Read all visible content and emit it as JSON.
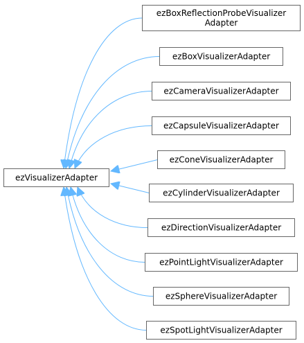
{
  "diagram": {
    "base_class": "ezVisualizerAdapter",
    "derived_classes": [
      {
        "lines": [
          "ezBoxReflectionProbeVisualizer",
          "Adapter"
        ]
      },
      {
        "lines": [
          "ezBoxVisualizerAdapter"
        ]
      },
      {
        "lines": [
          "ezCameraVisualizerAdapter"
        ]
      },
      {
        "lines": [
          "ezCapsuleVisualizerAdapter"
        ]
      },
      {
        "lines": [
          "ezConeVisualizerAdapter"
        ]
      },
      {
        "lines": [
          "ezCylinderVisualizerAdapter"
        ]
      },
      {
        "lines": [
          "ezDirectionVisualizerAdapter"
        ]
      },
      {
        "lines": [
          "ezPointLightVisualizerAdapter"
        ]
      },
      {
        "lines": [
          "ezSphereVisualizerAdapter"
        ]
      },
      {
        "lines": [
          "ezSpotLightVisualizerAdapter"
        ]
      }
    ],
    "colors": {
      "edge": "#63b8ff",
      "node_border": "#666666",
      "node_fill": "#ffffff",
      "text": "#000000"
    }
  }
}
